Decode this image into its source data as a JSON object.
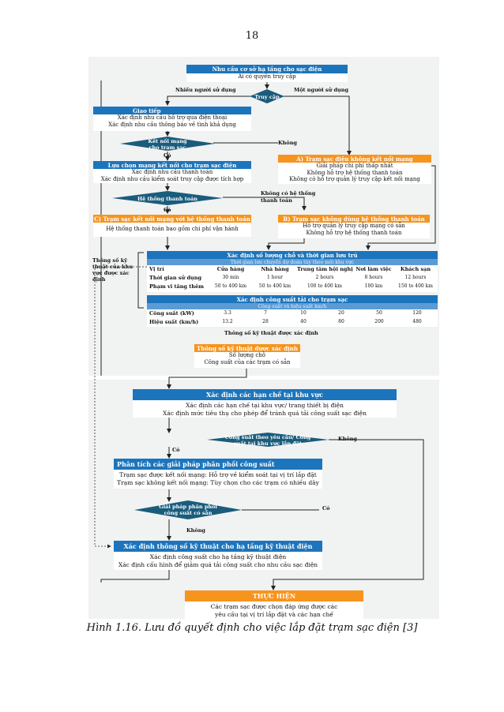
{
  "page_number": "18",
  "caption": "Hình 1.16. Lưu đồ quyết định cho việc lắp đặt trạm sạc điện [3]",
  "top": {
    "title": "Nhu cầu cơ sở hạ tầng cho sạc điện",
    "sub": "Ai có quyền truy cập"
  },
  "access": {
    "diamond": "Truy cập",
    "left": "Nhiều người sử dụng",
    "right": "Một người sử dụng"
  },
  "comm": {
    "title": "Giao tiếp",
    "lines": [
      "Xác định nhu cầu hỗ trợ qua điện thoại",
      "Xác định nhu cầu thông báo về tình khả dụng"
    ]
  },
  "net": {
    "diamond_1": "Kết nối mạng",
    "diamond_2": "cho trạm sạc",
    "yes": "Có",
    "no": "Không"
  },
  "net_choice": {
    "title": "Lựa chọn mạng kết nối cho trạm sạc điện",
    "lines": [
      "Xác định nhu cầu thanh toán",
      "Xác định nhu cầu kiểm soát truy cập được tích hợp"
    ]
  },
  "option_a": {
    "title": "A) Trạm sạc điện không kết nối mạng",
    "lines": [
      "Giải pháp chi phí thấp nhất",
      "Không hỗ trợ hệ thống thanh toán",
      "Không có hỗ trợ quản lý truy cập kết nối mạng"
    ]
  },
  "pay": {
    "diamond": "Hệ thống thanh toán",
    "yes": "Có",
    "no_1": "Không có hệ thống",
    "no_2": "thanh toán"
  },
  "option_c": {
    "title": "C) Trạm sạc kết nối mạng với hệ thống thanh toán",
    "line": "Hệ thống thanh toán bao gồm chi phí vận hành"
  },
  "option_b": {
    "title": "B) Trạm sạc không dùng hệ thống thanh toán",
    "lines": [
      "Hỗ trợ quản lý truy cập mạng có sẵn",
      "Không hỗ trợ hệ thống thanh toán"
    ]
  },
  "side_label": [
    "Thông số kỹ",
    "thuật của khu",
    "vực được xác",
    "định"
  ],
  "spec": {
    "title": "Xác định số lượng chỗ và thời gian lưu trú",
    "subtitle": "Thời gian lưu chuyển dự đoán tùy theo môi khu vực",
    "headers": [
      "Vị trí",
      "Cửa hàng",
      "Nhà hàng",
      "Trung tâm hội nghị",
      "Nơi làm việc",
      "Khách sạn"
    ],
    "rows": [
      [
        "Thời gian sử dụng",
        "30 min",
        "1 hour",
        "2 hours",
        "8 hours",
        "12 hours"
      ],
      [
        "Phạm vi tăng thêm",
        "50 to 400 km",
        "50 to 400 km",
        "100 to 400 km",
        "100 km",
        "150 to 400 km"
      ]
    ]
  },
  "power": {
    "title": "Xác định công suất tải cho trạm sạc",
    "subtitle": "Công suất và hiệu suất km/h",
    "rows": [
      [
        "Công suất (kW)",
        "3.3",
        "7",
        "10",
        "20",
        "50",
        "120"
      ],
      [
        "Hiệu suất (km/h)",
        "13.2",
        "28",
        "40",
        "80",
        "200",
        "480"
      ]
    ]
  },
  "spec_label": "Thông số kỹ thuật được xác định",
  "spec_box": {
    "title": "Thông số kỹ thuật được xác định",
    "lines": [
      "Số lượng chỗ",
      "Công suất của các trạm có sẵn"
    ]
  },
  "limits": {
    "title": "Xác định các hạn chế tại khu vực",
    "lines": [
      "Xác định các hạn chế tại khu vực/ trang thiết bị điện",
      "Xác định mức tiêu thụ cho phép để tránh quá tải công suất sạc điện"
    ]
  },
  "power_q": {
    "diamond_1": "Công suất theo yêu cầu/ Công",
    "diamond_2": "suất tại khu vực lắp đặt",
    "yes": "Có",
    "no": "Không"
  },
  "dist": {
    "title": "Phân tích các giải pháp phân phối công suất",
    "lines": [
      "Trạm sạc được kết nối mạng: Hỗ trợ về kiểm soát tại vị trí lắp đặt",
      "Trạm sạc không kết nối mạng: Tùy chọn cho các trạm có nhiều dây"
    ]
  },
  "sol_q": {
    "diamond_1": "Giải pháp phân phối",
    "diamond_2": "công suất có sẵn",
    "yes": "Có",
    "no": "Không"
  },
  "infra": {
    "title": "Xác định thông số kỹ thuật cho hạ tầng kỹ thuật điện",
    "lines": [
      "Xác định công suất cho hạ tầng kỹ thuật điện",
      "Xác định cấu hình để giảm quá tải công suất cho nhu cầu sạc điện"
    ]
  },
  "exec": {
    "title": "THỰC HIỆN",
    "lines": [
      "Các trạm sạc được chọn đáp ứng được các",
      "yêu cầu tại vị trí lắp đặt và các hạn chế"
    ]
  },
  "colors": {
    "blue": "#1c75bc",
    "diamond": "#1a5c7c",
    "orange": "#f7941d",
    "panel": "#f1f2f2"
  }
}
